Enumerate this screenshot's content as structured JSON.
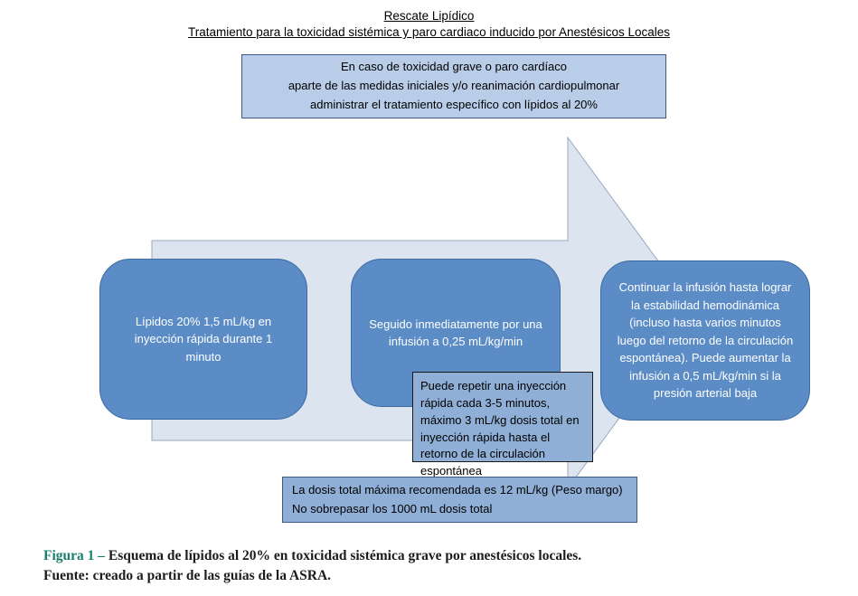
{
  "figure": {
    "title_line1": "Rescate Lipídico",
    "title_line2": "Tratamiento para la toxicidad sistémica y paro cardiaco inducido por Anestésicos Locales"
  },
  "intro_box": {
    "line1": "En caso de toxicidad grave o paro cardíaco",
    "line2": "aparte de las medidas iniciales y/o reanimación cardiopulmonar",
    "line3": "administrar el tratamiento específico con lípidos al 20%"
  },
  "steps": [
    {
      "text": "Lípidos 20% 1,5 mL/kg en inyección rápida durante 1 minuto"
    },
    {
      "text": "Seguido inmediatamente por una infusión a 0,25 mL/kg/min"
    },
    {
      "text": "Continuar la infusión hasta lograr la estabilidad hemodinámica (incluso hasta varios minutos luego del retorno de la circulación espontánea). Puede aumentar la infusión a 0,5 mL/kg/min si la presión arterial baja"
    }
  ],
  "repeat_box": {
    "text": "Puede repetir una inyección rápida cada 3-5 minutos, máximo 3 mL/kg dosis total en inyección rápida hasta el retorno de la circulación espontánea"
  },
  "dose_box": {
    "line1": "La dosis total máxima recomendada es 12 mL/kg (Peso margo)",
    "line2": "No sobrepasar los 1000 mL dosis total"
  },
  "caption": {
    "figure_label": "Figura 1 –",
    "text": "Esquema de lípidos al 20% en toxicidad sistémica grave por anestésicos locales.",
    "source": "Fuente: creado a partir de las guías de la ASRA."
  },
  "colors": {
    "step_fill": "#5b8cc6",
    "step_border": "#3a6ba3",
    "light_fill": "#8fafd6",
    "intro_fill": "#b9cde8",
    "arrow_fill": "#dce4f0",
    "arrow_stroke": "#9aa7bd",
    "dark_border": "#3c5a86",
    "caption_label": "#177f6d"
  }
}
